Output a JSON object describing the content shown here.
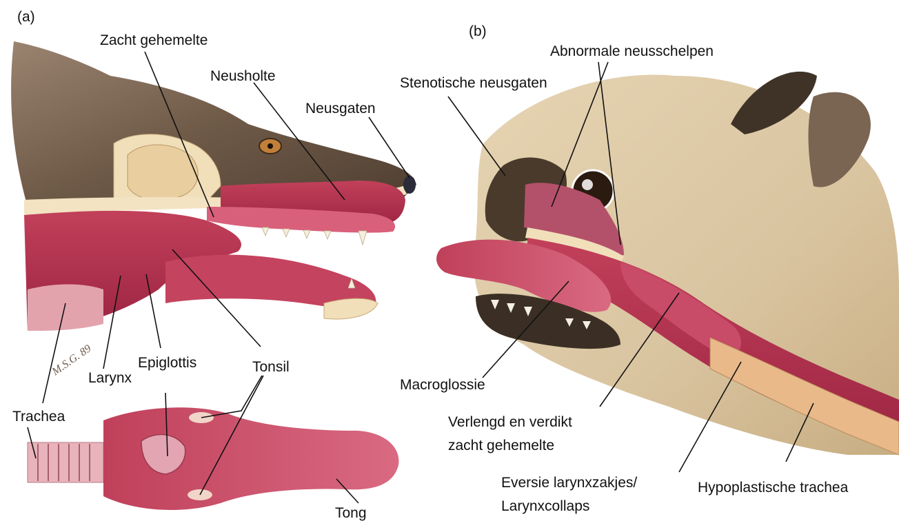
{
  "panel_a": {
    "tag": "(a)",
    "labels": {
      "soft_palate": "Zacht gehemelte",
      "nasal_cavity": "Neusholte",
      "nostrils": "Neusgaten",
      "larynx": "Larynx",
      "epiglottis": "Epiglottis",
      "tonsil": "Tonsil",
      "trachea": "Trachea",
      "tongue": "Tong"
    },
    "signature": "M.S.G. 89"
  },
  "panel_b": {
    "tag": "(b)",
    "labels": {
      "abnormal_turbinates": "Abnormale neusschelpen",
      "stenotic_nares": "Stenotische neusgaten",
      "macroglossia": "Macroglossie",
      "elongated_palate_line1": "Verlengd en verdikt",
      "elongated_palate_line2": "zacht gehemelte",
      "everted_saccules_line1": "Eversie larynxzakjes/",
      "everted_saccules_line2": "Larynxcollaps",
      "hypoplastic_trachea": "Hypoplastische trachea"
    }
  },
  "colors": {
    "fur_a": "#6f5a48",
    "fur_b": "#d9c4a0",
    "tissue": "#b8324e",
    "tissue_light": "#d9607a",
    "bone": "#f1dfba",
    "line": "#111111"
  }
}
